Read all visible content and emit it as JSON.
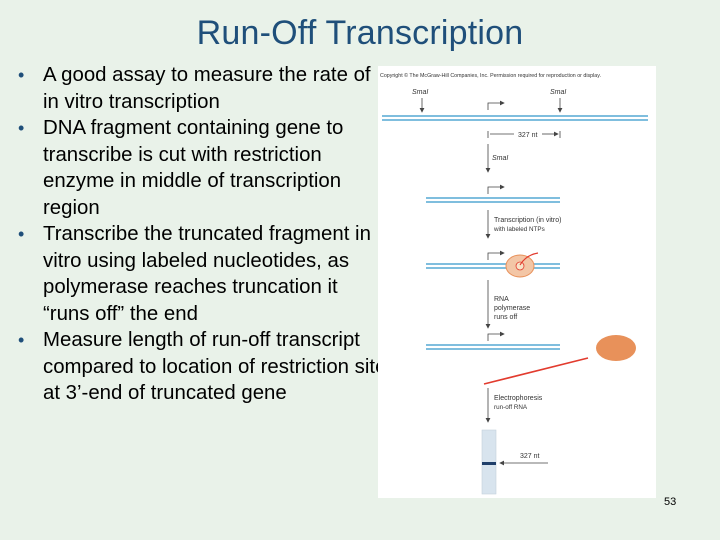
{
  "slide": {
    "title": "Run-Off Transcription",
    "bullets": [
      "A good assay to measure the rate of in vitro transcription",
      "DNA fragment containing gene to transcribe is cut with restriction enzyme in middle of transcription region",
      "Transcribe the truncated fragment in vitro using labeled nucleotides, as polymerase reaches truncation it “runs off” the end",
      "Measure length of run-off transcript compared to location of restriction site at 3’-end of truncated gene"
    ],
    "page_number": "53"
  },
  "figure": {
    "copyright": "Copyright © The McGraw-Hill Companies, Inc. Permission required for reproduction or display.",
    "site_left": "SmaI",
    "site_right": "SmaI",
    "length_top": "327 nt",
    "site_cut": "SmaI",
    "step_transcription": "Transcription (in vitro)",
    "step_transcription_sub": "with labeled NTPs",
    "step_rna": "RNA",
    "step_polymerase": "polymerase",
    "step_runsoff": "runs off",
    "step_electrophoresis": "Electrophoresis",
    "step_electrophoresis_sub": "run-off RNA",
    "length_gel": "327 nt",
    "colors": {
      "dna_strand": "#55a8d4",
      "polymerase": "#e8915a",
      "rna": "#e23b2e",
      "title": "#1f4f7a",
      "background": "#e9f2e9"
    }
  }
}
